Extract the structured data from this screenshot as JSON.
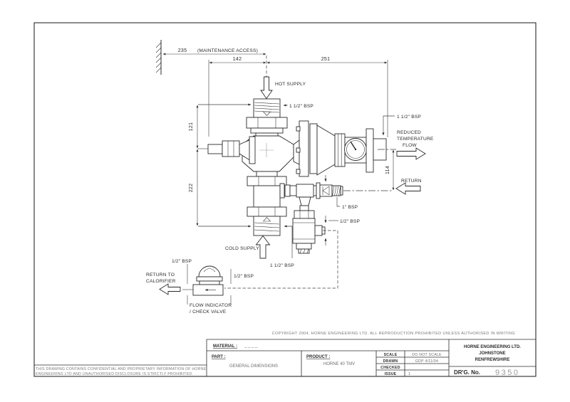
{
  "colors": {
    "line": "#2b2b2b",
    "muted_text": "#6e6e6e",
    "drg_number_gray": "#9b9b9b",
    "background": "#ffffff"
  },
  "dimensions": {
    "maintenance_access": "235",
    "maintenance_access_note": "(MAINTENANCE ACCESS)",
    "hot_offset": "142",
    "outlet_offset": "251",
    "upper_height": "121",
    "lower_height": "222",
    "return_drop": "114"
  },
  "labels": {
    "hot_supply": "HOT SUPPLY",
    "hot_bsp": "1 1/2\" BSP",
    "outlet_bsp": "1 1/2\" BSP",
    "reduced_1": "REDUCED",
    "reduced_2": "TEMPERATURE",
    "reduced_3": "FLOW",
    "return": "RETURN",
    "return_bsp": "1\" BSP",
    "drain_bsp": "1/2\" BSP",
    "cold_supply": "COLD SUPPLY",
    "cold_bsp": "1 1/2\" BSP",
    "fi_top_bsp": "1/2\" BSP",
    "return_to_1": "RETURN TO",
    "return_to_2": "CALORIFIER",
    "fi_right_bsp": "1/2\" BSP",
    "flow_indicator_1": "FLOW INDICATOR",
    "flow_indicator_2": "/ CHECK VALVE"
  },
  "title_block": {
    "copyright": "COPYRIGHT 2004, HORNE ENGINEERING LTD. ALL REPRODUCTION PROHIBITED UNLESS AUTHORISED IN WRITING",
    "material_label": "MATERIAL :",
    "material_value": "_ _ _ _",
    "part_label": "PART :",
    "part_value": "GENERAL DIMENSIONS",
    "product_label": "PRODUCT :",
    "product_value": "HORNE 40 TMV",
    "scale_label": "SCALE",
    "scale_value": "DO NOT SCALE",
    "drawn_label": "DRAWN",
    "drawn_value": "GDP 4/11/04",
    "checked_label": "CHECKED",
    "checked_value": "",
    "issue_label": "ISSUE",
    "issue_value": "1",
    "company_1": "HORNE ENGINEERING LTD.",
    "company_2": "JOHNSTONE",
    "company_3": "RENFREWSHIRE",
    "drg_label": "DR'G. No.",
    "drg_number": "9350"
  },
  "footer": {
    "disclaimer_1": "THIS DRAWING CONTAINS CONFIDENTIAL AND PROPRIETARY INFORMATION OF HORNE",
    "disclaimer_2": "ENGINEERING LTD AND UNAUTHORISED DISCLOSURE IS STRICTLY PROHIBITED."
  }
}
